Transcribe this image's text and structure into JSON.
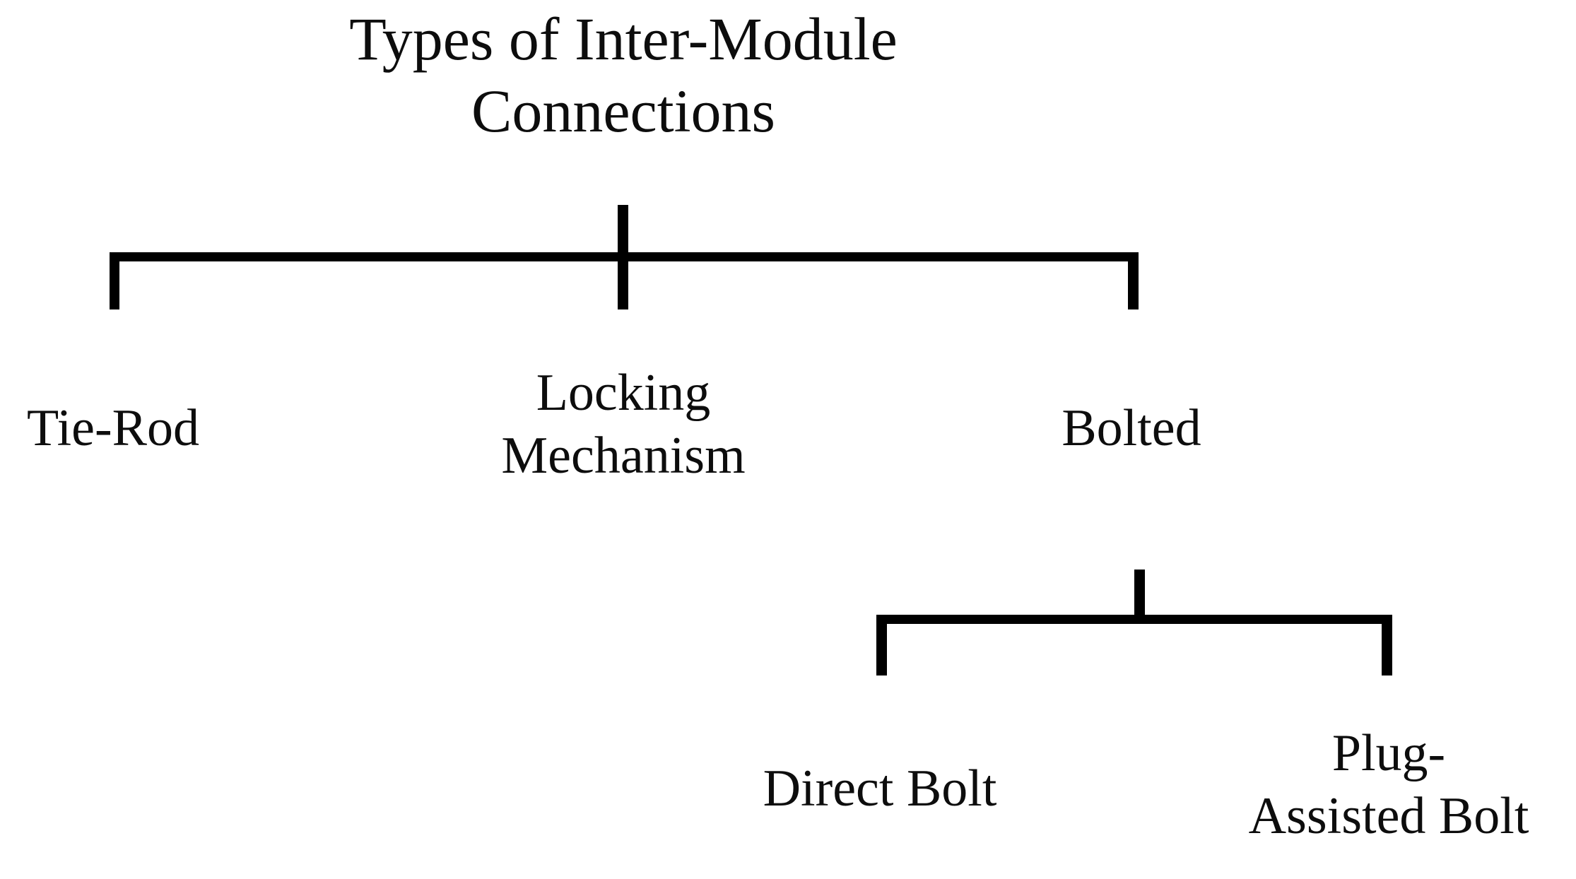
{
  "diagram": {
    "title": "Types of Inter-Module\nConnections",
    "type": "hierarchy-tree",
    "background_color": "#ffffff",
    "line_color": "#000000",
    "text_color": "#0d0d0d",
    "levels": 3,
    "root": {
      "label": "Types of Inter-Module Connections",
      "children": [
        {
          "id": "tie-rod",
          "label": "Tie-Rod",
          "children": []
        },
        {
          "id": "locking-mechanism",
          "label": "Locking\nMechanism",
          "children": []
        },
        {
          "id": "bolted",
          "label": "Bolted",
          "children": [
            {
              "id": "direct-bolt",
              "label": "Direct Bolt",
              "children": []
            },
            {
              "id": "plug-assisted-bolt",
              "label": "Plug-\nAssisted Bolt",
              "children": []
            }
          ]
        }
      ]
    },
    "nodes": {
      "title": "Types of Inter-Module\nConnections",
      "tie_rod": "Tie-Rod",
      "locking_mechanism": "Locking\nMechanism",
      "bolted": "Bolted",
      "direct_bolt": "Direct Bolt",
      "plug_assisted_bolt": "Plug-\nAssisted Bolt"
    }
  }
}
